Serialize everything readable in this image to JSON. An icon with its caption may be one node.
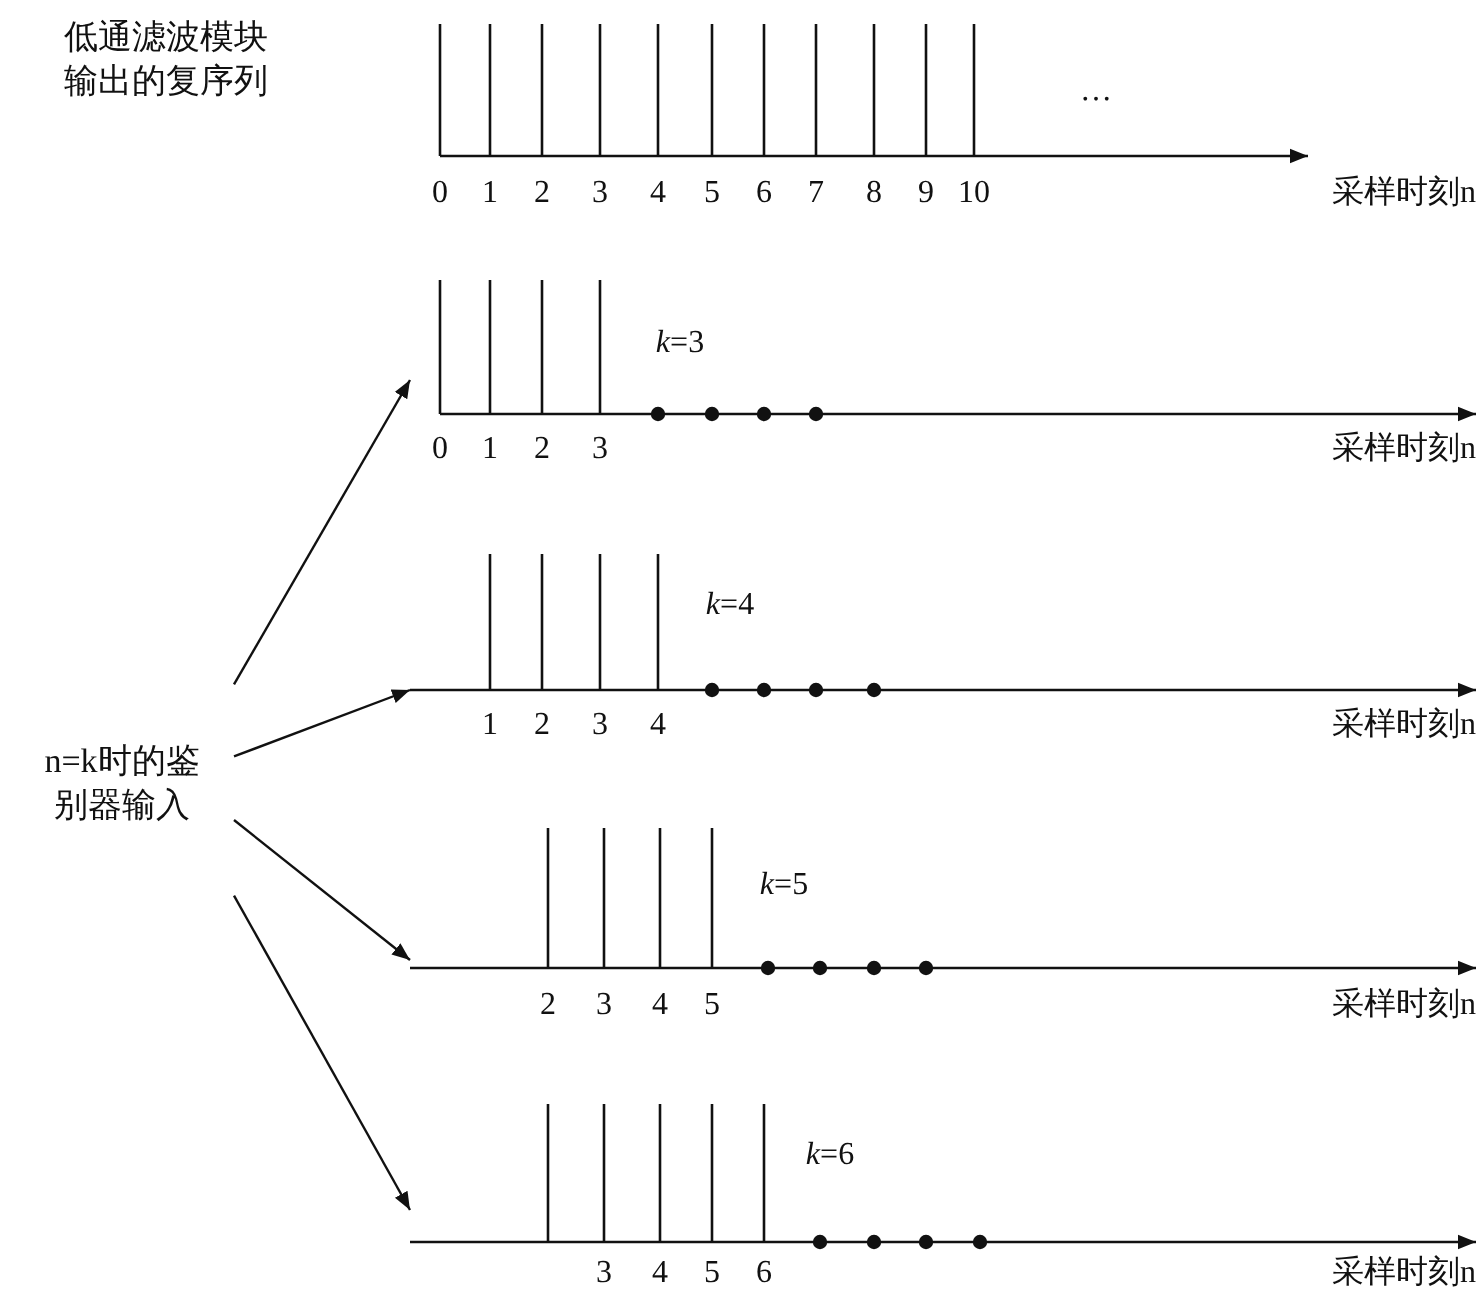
{
  "diagram": {
    "nodes": [
      {
        "text": [
          "n=k时的鉴别器输入"
        ]
      },
      {
        "text": [
          "*k*=3"
        ]
      },
      {
        "text": [
          "*k*=4"
        ]
      },
      {
        "text": [
          "*k*=5"
        ]
      },
      {
        "text": [
          "*k*=6"
        ]
      }
    ],
    "edges": [
      {
        "from": 0,
        "to": 1,
        "arrow": "to"
      },
      {
        "from": 0,
        "to": 2,
        "arrow": "to"
      },
      {
        "from": 0,
        "to": 3,
        "arrow": "to"
      },
      {
        "from": 0,
        "to": 4,
        "arrow": "to"
      }
    ],
    "labels": [
      "低通滤波模块输出的复序列",
      "…",
      "0",
      "1",
      "2",
      "3",
      "4",
      "5",
      "6",
      "7",
      "8",
      "9",
      "10",
      "采样时刻n",
      "0",
      "1",
      "2",
      "3",
      "采样时刻n",
      "1",
      "2",
      "3",
      "4",
      "采样时刻n",
      "2",
      "3",
      "4",
      "5",
      "采样时刻n",
      "3",
      "4",
      "5",
      "6",
      "采样时刻n"
    ]
  }
}
